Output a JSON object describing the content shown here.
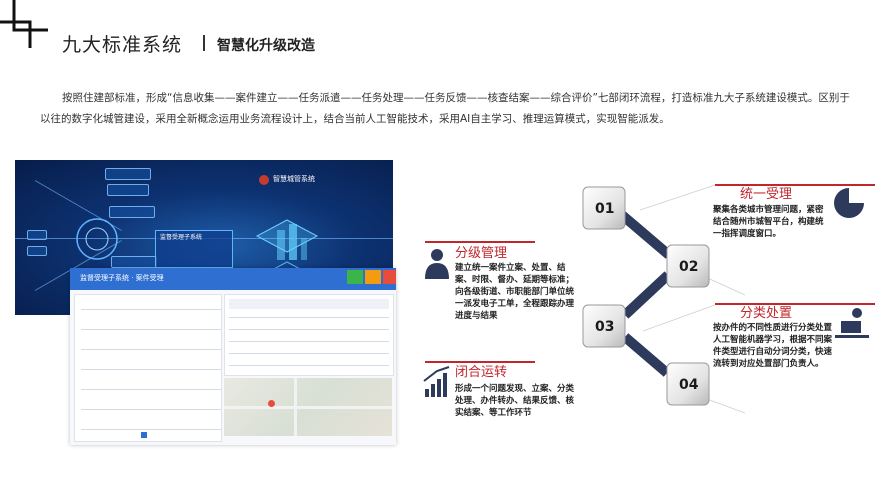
{
  "header": {
    "title": "九大标准系统",
    "subtitle": "智慧化升级改造"
  },
  "intro": "按照住建部标准，形成“信息收集——案件建立——任务派遣——任务处理——任务反馈——核查结案——综合评价”七部闭环流程，打造标准九大子系统建设模式。区别于以往的数字化城管建设，采用全新概念运用业务流程设计上，结合当前人工智能技术，采用AI自主学习、推理运算模式，实现智能派发。",
  "steps": [
    {
      "num": "01",
      "title": "统一受理",
      "text": "聚集各类城市管理问题，紧密结合随州市城智平台，构建统一指挥调度窗口。",
      "icon": "pie-chart-icon"
    },
    {
      "num": "02",
      "title": "分级管理",
      "text": "建立统一案件立案、处置、结案、时限、督办、延期等标准；向各级街道、市职能部门单位统一派发电子工单，全程跟踪办理进度与结果",
      "icon": "manager-icon"
    },
    {
      "num": "03",
      "title": "分类处置",
      "text": "按办件的不同性质进行分类处置人工智能机器学习，根据不同案件类型进行自动分词分类，快速流转到对应处置部门负责人。",
      "icon": "desk-worker-icon"
    },
    {
      "num": "04",
      "title": "闭合运转",
      "text": "形成一个问题发现、立案、分类处理、办件转办、结果反馈、核实结案、等工作环节",
      "icon": "growth-chart-icon"
    }
  ],
  "screenshot": {
    "top_title": "智慧城管系统",
    "panel_title": "监督受理子系统",
    "bottom_title": "监督受理子系统 · 案件受理"
  },
  "colors": {
    "accent_red": "#c0272d",
    "navy": "#2d3a5c",
    "header_blue": "#2f6fd1"
  }
}
